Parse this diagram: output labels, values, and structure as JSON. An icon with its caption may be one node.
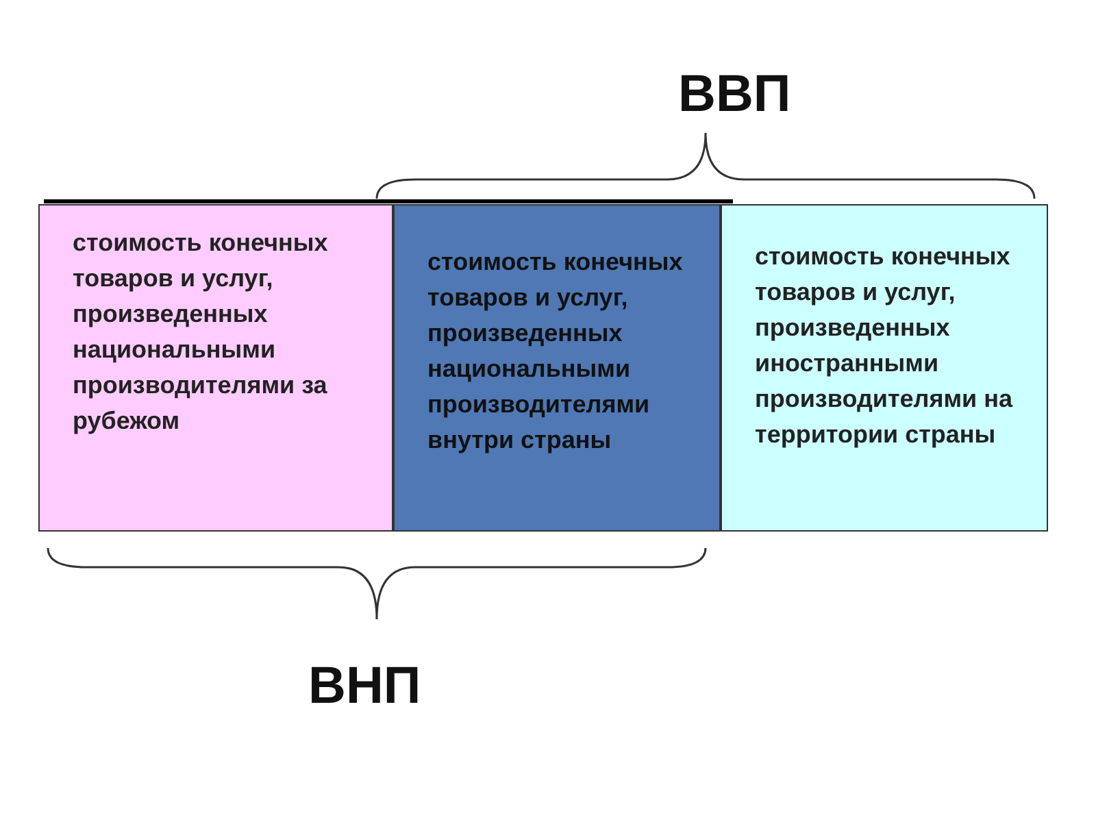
{
  "diagram": {
    "nodes": [
      {
        "text": [
          "стоимость конечных товаров и услуг, произведенных национальными производителями за рубежом"
        ]
      },
      {
        "text": [
          "стоимость конечных товаров и услуг, произведенных национальными производителями внутри страны"
        ]
      },
      {
        "text": [
          "стоимость конечных товаров и услуг, произведенных иностранными производителями на территории страны"
        ]
      }
    ],
    "labels": [
      "ВВП",
      "ВНП"
    ]
  }
}
